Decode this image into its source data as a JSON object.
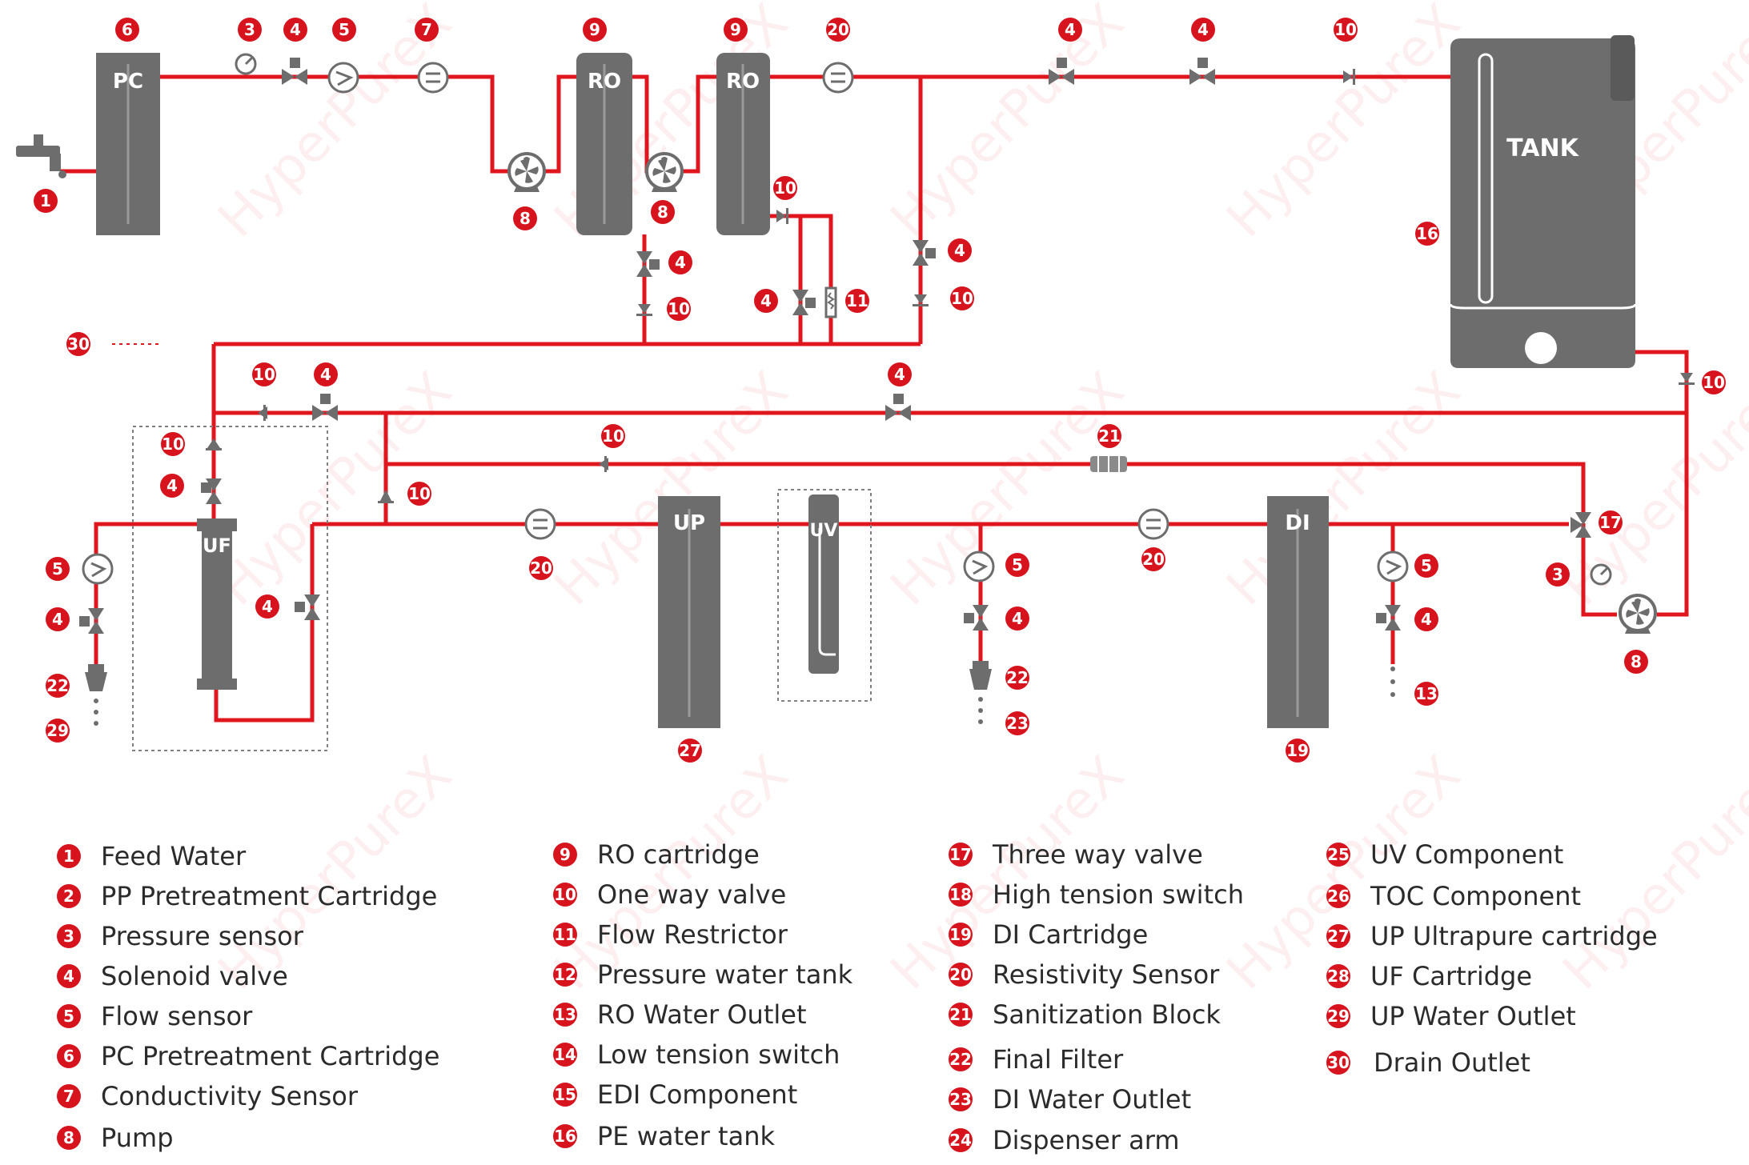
{
  "colors": {
    "pipe": "#e0161f",
    "device": "#6d6d6d",
    "badge": "#d7131d",
    "text": "#2b2b2b"
  },
  "watermark": "HyperPureX",
  "device_labels": {
    "pc": "PC",
    "ro": "RO",
    "tank": "TANK",
    "uf": "UF",
    "up": "UP",
    "uv": "UV",
    "di": "DI"
  },
  "legend": [
    {
      "num": "1",
      "text": "Feed Water"
    },
    {
      "num": "2",
      "text": "PP Pretreatment Cartridge"
    },
    {
      "num": "3",
      "text": "Pressure sensor"
    },
    {
      "num": "4",
      "text": "Solenoid valve"
    },
    {
      "num": "5",
      "text": "Flow sensor"
    },
    {
      "num": "6",
      "text": "PC Pretreatment Cartridge"
    },
    {
      "num": "7",
      "text": "Conductivity Sensor"
    },
    {
      "num": "8",
      "text": "Pump"
    },
    {
      "num": "9",
      "text": "RO cartridge"
    },
    {
      "num": "10",
      "text": "One way valve"
    },
    {
      "num": "11",
      "text": "Flow Restrictor"
    },
    {
      "num": "12",
      "text": "Pressure water tank"
    },
    {
      "num": "13",
      "text": "RO Water Outlet"
    },
    {
      "num": "14",
      "text": "Low tension switch"
    },
    {
      "num": "15",
      "text": "EDI Component"
    },
    {
      "num": "16",
      "text": "PE water tank"
    },
    {
      "num": "17",
      "text": "Three way valve"
    },
    {
      "num": "18",
      "text": "High tension switch"
    },
    {
      "num": "19",
      "text": "DI Cartridge"
    },
    {
      "num": "20",
      "text": "Resistivity Sensor"
    },
    {
      "num": "21",
      "text": "Sanitization Block"
    },
    {
      "num": "22",
      "text": "Final Filter"
    },
    {
      "num": "23",
      "text": "DI Water Outlet"
    },
    {
      "num": "24",
      "text": "Dispenser arm"
    },
    {
      "num": "25",
      "text": "UV Component"
    },
    {
      "num": "26",
      "text": "TOC Component"
    },
    {
      "num": "27",
      "text": "UP Ultrapure cartridge"
    },
    {
      "num": "28",
      "text": "UF Cartridge"
    },
    {
      "num": "29",
      "text": "UP Water Outlet"
    },
    {
      "num": "30",
      "text": "Drain Outlet"
    }
  ],
  "diagram_badges": [
    "1",
    "6",
    "3",
    "4",
    "5",
    "7",
    "9",
    "9",
    "20",
    "4",
    "4",
    "10",
    "8",
    "8",
    "10",
    "4",
    "10",
    "4",
    "11",
    "4",
    "10",
    "16",
    "30",
    "10",
    "4",
    "4",
    "10",
    "10",
    "4",
    "10",
    "10",
    "21",
    "17",
    "5",
    "4",
    "22",
    "29",
    "4",
    "20",
    "5",
    "4",
    "22",
    "23",
    "20",
    "5",
    "4",
    "13",
    "3",
    "8",
    "27",
    "19"
  ]
}
